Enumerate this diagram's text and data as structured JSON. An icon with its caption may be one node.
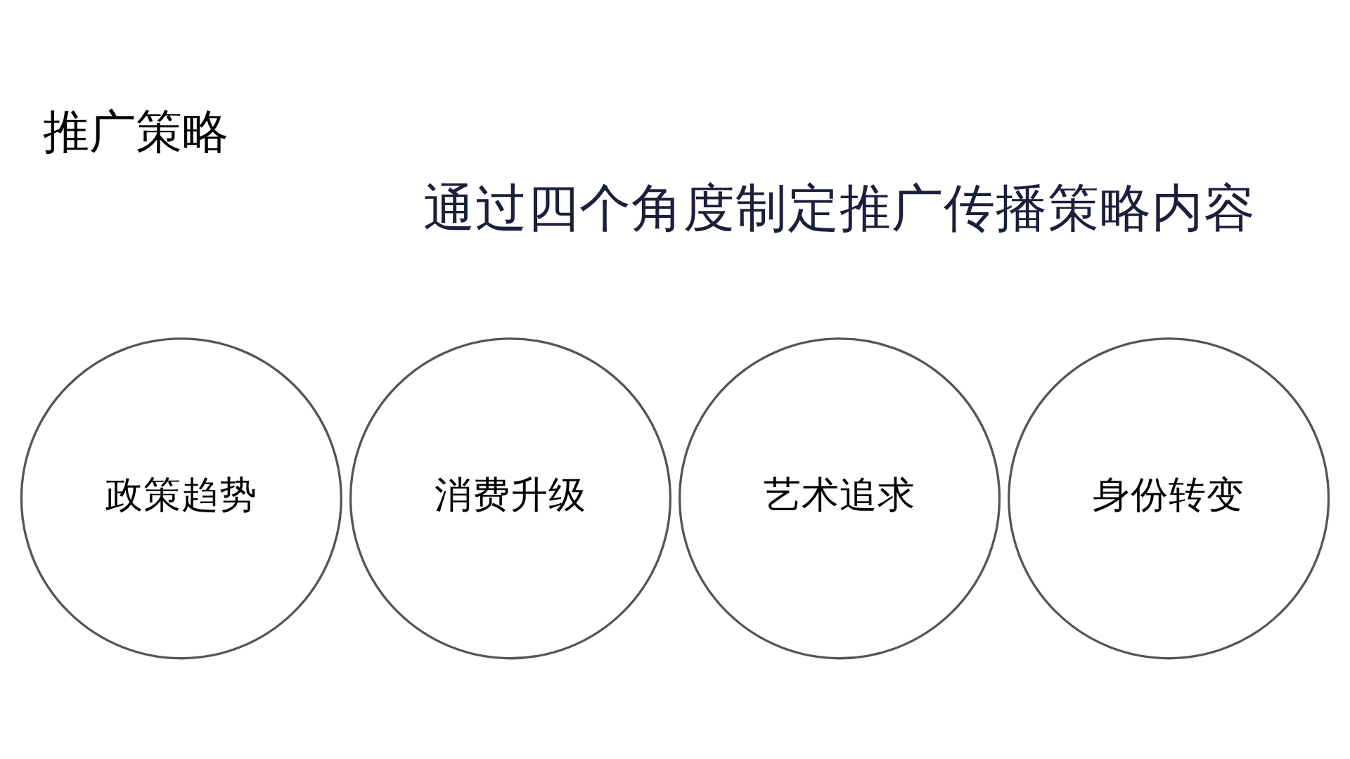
{
  "diagram": {
    "title": "推广策略",
    "nodes": [
      {
        "text": [
          "政策趋势"
        ]
      },
      {
        "text": [
          "消费升级"
        ]
      },
      {
        "text": [
          "艺术追求"
        ]
      },
      {
        "text": [
          "身份转变"
        ]
      }
    ],
    "edges": [],
    "labels": [
      "通过四个角度制定推广传播策略内容"
    ]
  }
}
